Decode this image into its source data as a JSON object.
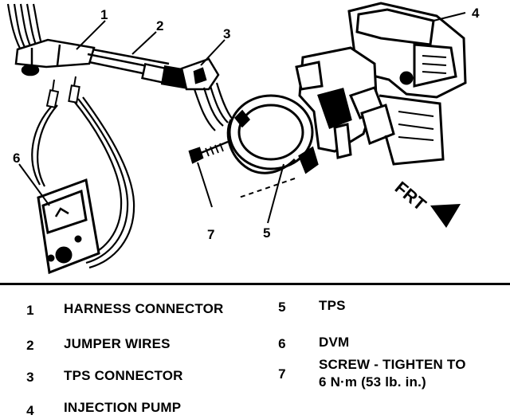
{
  "diagram": {
    "callouts": [
      "1",
      "2",
      "3",
      "4",
      "5",
      "6",
      "7"
    ],
    "direction_label": "FRT"
  },
  "legend": [
    {
      "num": "1",
      "label": "HARNESS CONNECTOR"
    },
    {
      "num": "2",
      "label": "JUMPER WIRES"
    },
    {
      "num": "3",
      "label": "TPS CONNECTOR"
    },
    {
      "num": "4",
      "label": "INJECTION PUMP"
    },
    {
      "num": "5",
      "label": "TPS"
    },
    {
      "num": "6",
      "label": "DVM"
    },
    {
      "num": "7",
      "label_line1": "SCREW - TIGHTEN TO",
      "label_line2": "6 N·m (53 lb. in.)"
    }
  ]
}
